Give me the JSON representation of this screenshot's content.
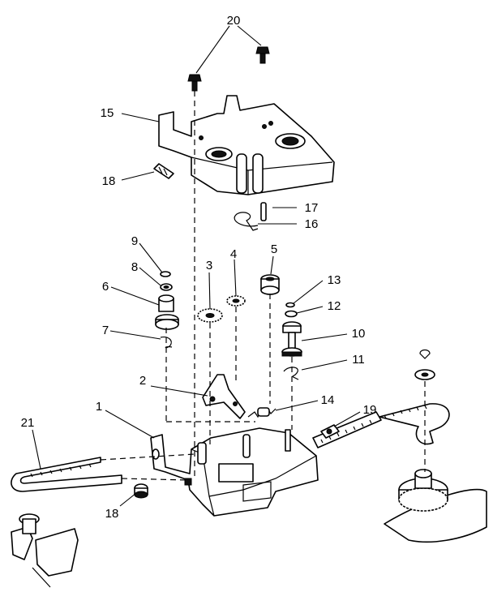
{
  "callouts": [
    {
      "id": "c1",
      "label": "1"
    },
    {
      "id": "c2",
      "label": "2"
    },
    {
      "id": "c3",
      "label": "3"
    },
    {
      "id": "c4",
      "label": "4"
    },
    {
      "id": "c5",
      "label": "5"
    },
    {
      "id": "c6",
      "label": "6"
    },
    {
      "id": "c7",
      "label": "7"
    },
    {
      "id": "c8",
      "label": "8"
    },
    {
      "id": "c9",
      "label": "9"
    },
    {
      "id": "c10",
      "label": "10"
    },
    {
      "id": "c11",
      "label": "11"
    },
    {
      "id": "c12",
      "label": "12"
    },
    {
      "id": "c13",
      "label": "13"
    },
    {
      "id": "c14",
      "label": "14"
    },
    {
      "id": "c15",
      "label": "15"
    },
    {
      "id": "c16",
      "label": "16"
    },
    {
      "id": "c17",
      "label": "17"
    },
    {
      "id": "c18a",
      "label": "18"
    },
    {
      "id": "c18b",
      "label": "18"
    },
    {
      "id": "c19",
      "label": "19"
    },
    {
      "id": "c20",
      "label": "20"
    },
    {
      "id": "c21",
      "label": "21"
    }
  ]
}
